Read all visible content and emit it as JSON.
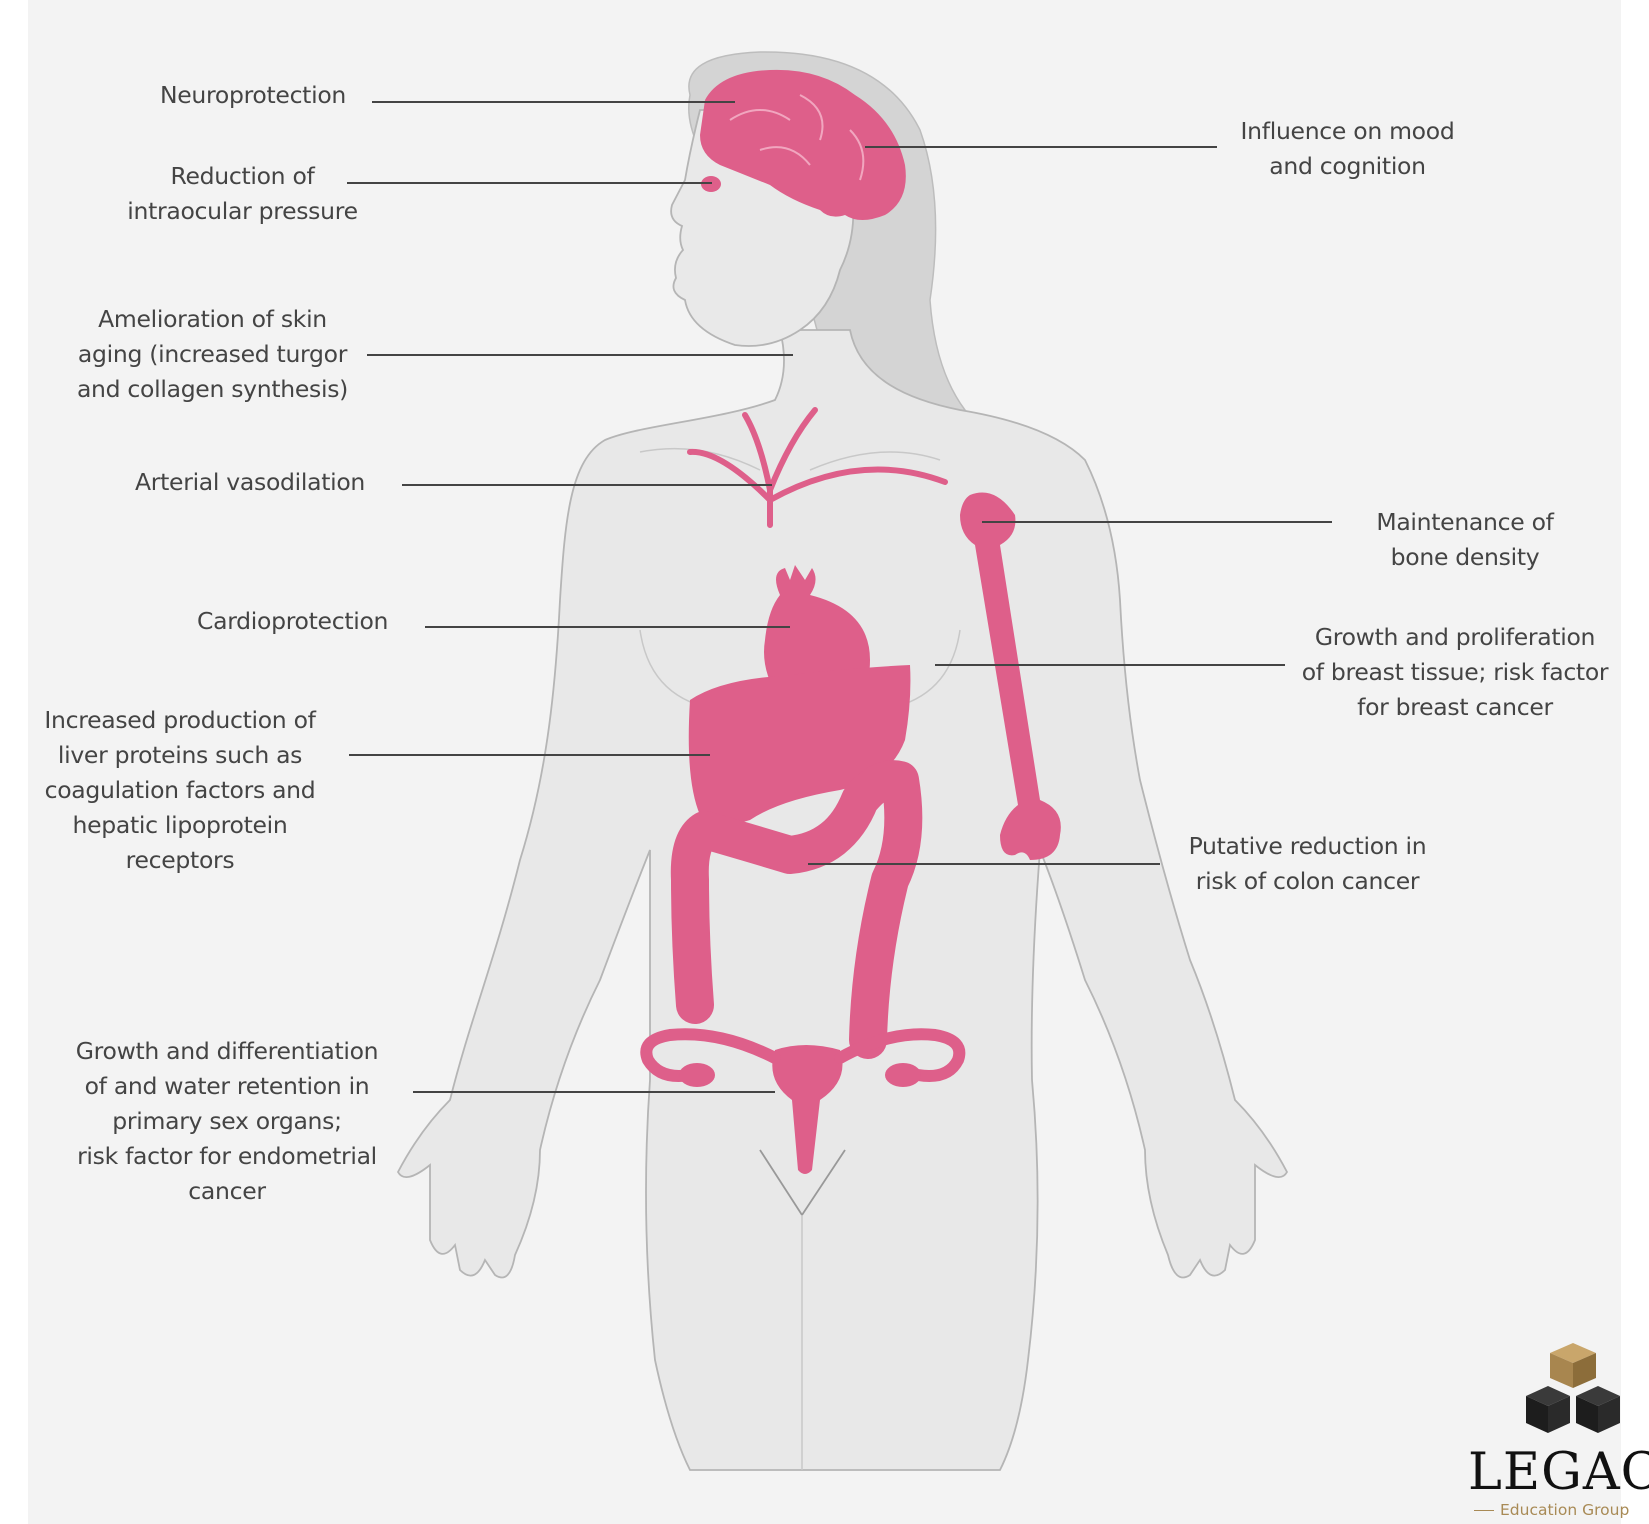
{
  "labels": {
    "neuroprotection": "Neuroprotection",
    "intraocular": "Reduction of\nintraocular pressure",
    "skin": "Amelioration of skin\naging (increased turgor\nand collagen synthesis)",
    "vasodilation": "Arterial vasodilation",
    "cardioprotection": "Cardioprotection",
    "liver": "Increased production of\nliver proteins such as\ncoagulation factors and\nhepatic lipoprotein\nreceptors",
    "sex_organs": "Growth and differentiation\nof and water retention in\nprimary sex organs;\nrisk factor for endometrial\ncancer",
    "mood": "Influence on mood\nand cognition",
    "bone": "Maintenance of\nbone density",
    "breast": "Growth and proliferation\nof breast tissue; risk factor\nfor breast cancer",
    "colon": "Putative reduction in\nrisk of colon cancer"
  },
  "logo": {
    "word": "LEGACY",
    "subtitle": "Education Group"
  },
  "colors": {
    "organ": "#de5f8a",
    "body_fill": "#e9e9e9",
    "hair": "#d2d2d2",
    "outline": "#b5b5b5",
    "leader_line": "#444444",
    "logo_gold": "#a88a55"
  }
}
